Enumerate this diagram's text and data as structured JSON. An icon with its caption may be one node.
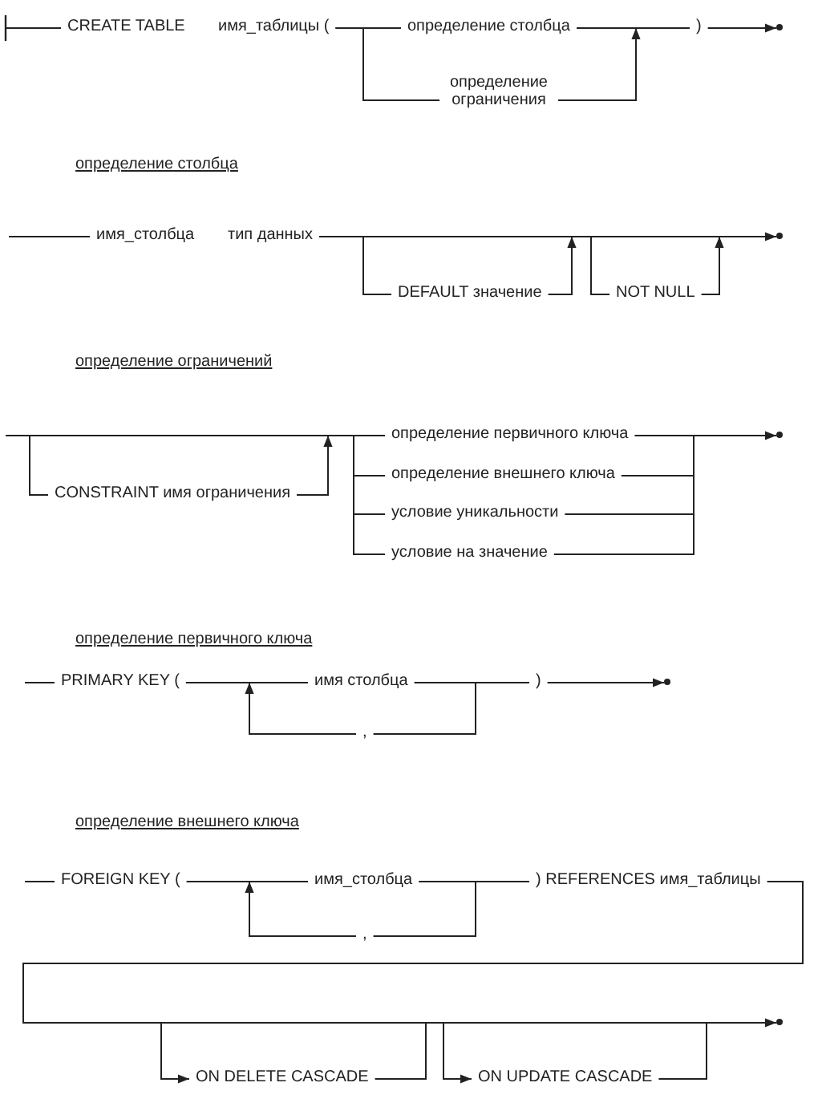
{
  "diagram": {
    "nodes": [
      {
        "text": [
          "CREATE TABLE"
        ]
      },
      {
        "text": [
          "имя_таблицы ("
        ]
      },
      {
        "text": [
          "определение столбца"
        ]
      },
      {
        "text": [
          ")"
        ]
      },
      {
        "text": [],
        "shape": "dot"
      },
      {
        "text": [
          "определение ограничения"
        ]
      },
      {
        "text": [
          "имя_столбца"
        ]
      },
      {
        "text": [
          "тип данных"
        ]
      },
      {
        "text": [],
        "shape": "dot"
      },
      {
        "text": [
          "DEFAULT значение"
        ]
      },
      {
        "text": [
          "NOT NULL"
        ]
      },
      {
        "text": [
          "CONSTRAINT имя ограничения"
        ]
      },
      {
        "text": [
          "определение первичного ключа"
        ]
      },
      {
        "text": [
          "определение внешнего ключа"
        ]
      },
      {
        "text": [
          "условие уникальности"
        ]
      },
      {
        "text": [
          "условие на значение"
        ]
      },
      {
        "text": [],
        "shape": "dot"
      },
      {
        "text": [
          "PRIMARY KEY ("
        ]
      },
      {
        "text": [
          "имя столбца"
        ]
      },
      {
        "text": [
          ")"
        ]
      },
      {
        "text": [],
        "shape": "dot"
      },
      {
        "text": [
          ","
        ]
      },
      {
        "text": [
          "FOREIGN KEY ("
        ]
      },
      {
        "text": [
          "имя_столбца"
        ]
      },
      {
        "text": [
          ") REFERENCES имя_таблицы"
        ]
      },
      {
        "text": [
          ","
        ]
      },
      {
        "text": [],
        "shape": "dot"
      },
      {
        "text": [
          "ON DELETE CASCADE"
        ]
      },
      {
        "text": [
          "ON UPDATE CASCADE"
        ]
      }
    ],
    "edges": [
      {
        "from": null,
        "to": 0,
        "arrow": "other"
      },
      {
        "from": 1,
        "to": 2,
        "arrow": "none"
      },
      {
        "from": 2,
        "to": 3,
        "arrow": "none"
      },
      {
        "from": 3,
        "to": 4,
        "arrow": "to"
      },
      {
        "from": 1,
        "to": 5,
        "arrow": "none"
      },
      {
        "from": 5,
        "to": null,
        "arrow": "to"
      },
      {
        "from": null,
        "to": 6,
        "arrow": "none"
      },
      {
        "from": 7,
        "to": 8,
        "arrow": "to"
      },
      {
        "from": null,
        "to": 9,
        "arrow": "none"
      },
      {
        "from": 9,
        "to": null,
        "arrow": "to"
      },
      {
        "from": null,
        "to": 10,
        "arrow": "none"
      },
      {
        "from": 10,
        "to": null,
        "arrow": "to"
      },
      {
        "from": null,
        "to": 12,
        "arrow": "none"
      },
      {
        "from": null,
        "to": 11,
        "arrow": "none"
      },
      {
        "from": 11,
        "to": null,
        "arrow": "to"
      },
      {
        "from": null,
        "to": 13,
        "arrow": "none"
      },
      {
        "from": null,
        "to": 14,
        "arrow": "none"
      },
      {
        "from": null,
        "to": 15,
        "arrow": "none"
      },
      {
        "from": 12,
        "to": 16,
        "arrow": "to"
      },
      {
        "from": 13,
        "to": null,
        "arrow": "none"
      },
      {
        "from": 14,
        "to": null,
        "arrow": "none"
      },
      {
        "from": 15,
        "to": null,
        "arrow": "none"
      },
      {
        "from": null,
        "to": 17,
        "arrow": "none"
      },
      {
        "from": 17,
        "to": 18,
        "arrow": "none"
      },
      {
        "from": 18,
        "to": 19,
        "arrow": "none"
      },
      {
        "from": null,
        "to": 21,
        "arrow": "none"
      },
      {
        "from": 21,
        "to": null,
        "arrow": "to"
      },
      {
        "from": 19,
        "to": 20,
        "arrow": "to"
      },
      {
        "from": null,
        "to": 22,
        "arrow": "none"
      },
      {
        "from": 22,
        "to": 23,
        "arrow": "none"
      },
      {
        "from": 23,
        "to": 24,
        "arrow": "none"
      },
      {
        "from": null,
        "to": 25,
        "arrow": "none"
      },
      {
        "from": 25,
        "to": null,
        "arrow": "to"
      },
      {
        "from": 24,
        "to": 26,
        "arrow": "to"
      },
      {
        "from": null,
        "to": 27,
        "arrow": "to"
      },
      {
        "from": 27,
        "to": null,
        "arrow": "none"
      },
      {
        "from": null,
        "to": 28,
        "arrow": "to"
      },
      {
        "from": 28,
        "to": null,
        "arrow": "none"
      }
    ],
    "labels": [
      "определение столбца",
      "определение ограничений",
      "определение первичного ключа",
      "определение внешнего ключа"
    ]
  }
}
